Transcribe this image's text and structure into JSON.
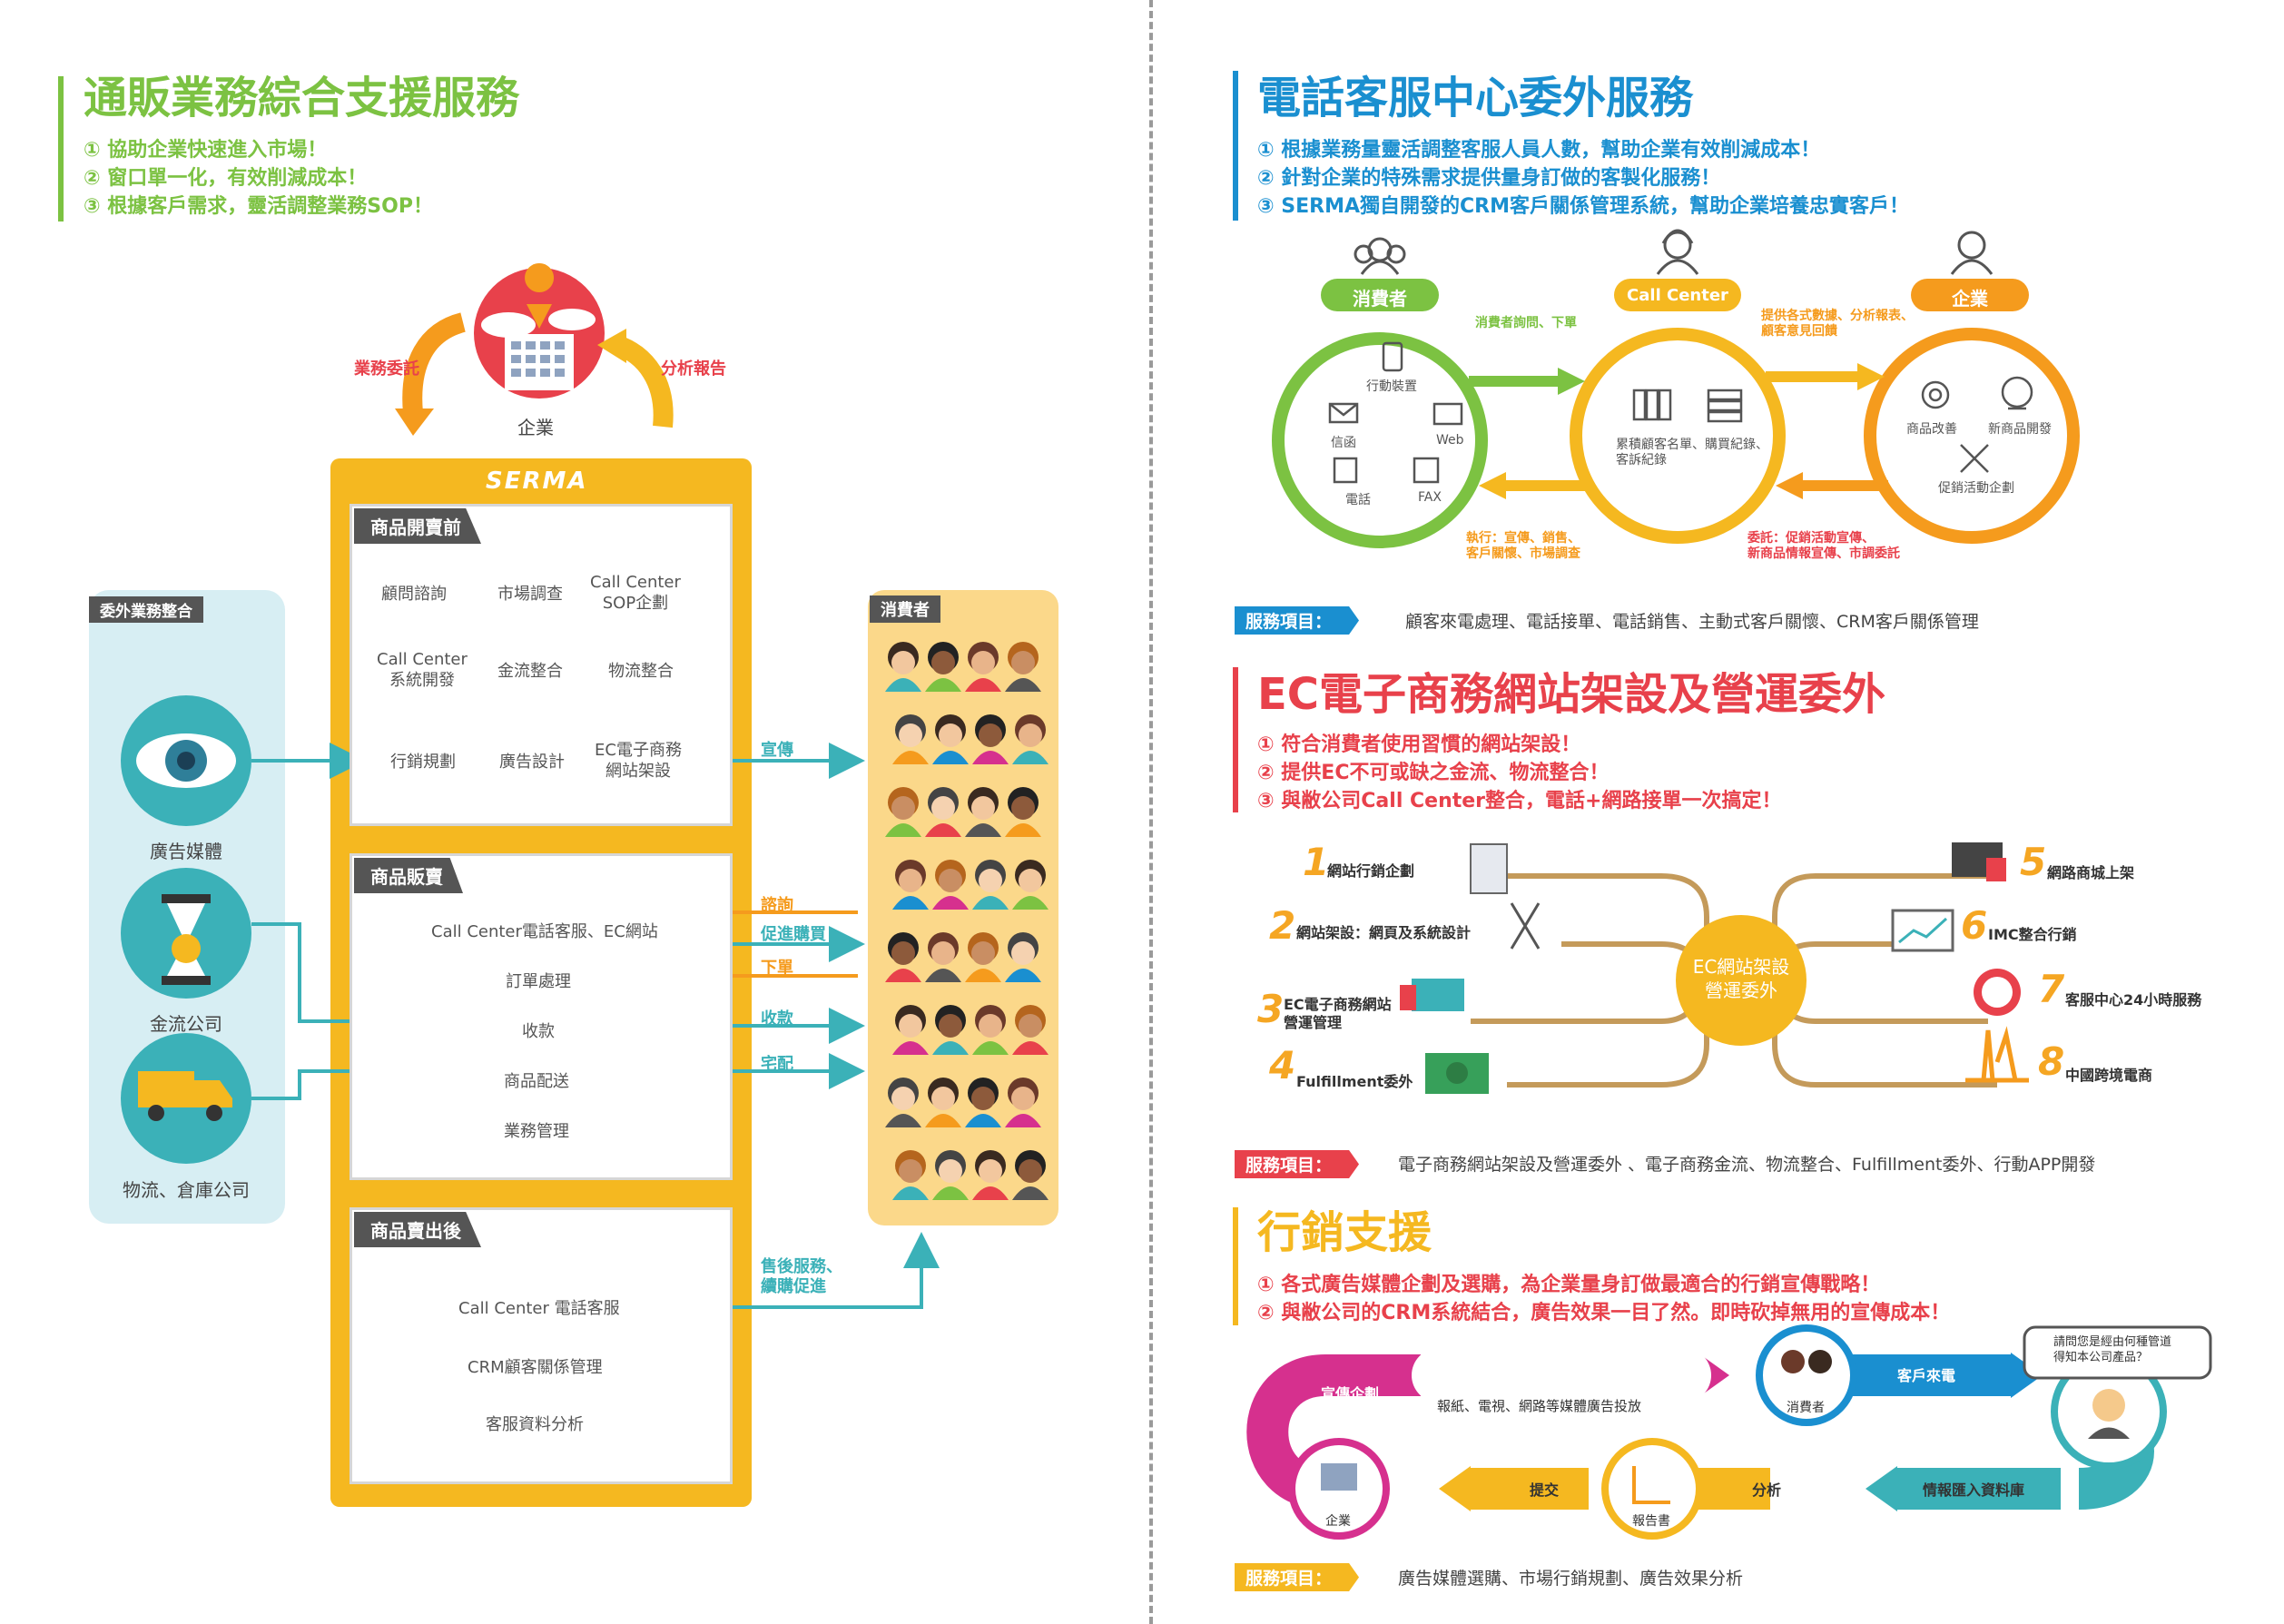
{
  "left": {
    "title": "通販業務綜合支援服務",
    "points": [
      "① 協助企業快速進入市場！",
      "② 窗口單一化，有效削減成本！",
      "③ 根據客戶需求，靈活調整業務SOP！"
    ],
    "enterprise": "企業",
    "arrow_left_label": "業務委託",
    "arrow_right_label": "分析報告",
    "brand": "SERMA",
    "outsource": {
      "title": "委外業務整合",
      "items": [
        "廣告媒體",
        "金流公司",
        "物流、倉庫公司"
      ]
    },
    "consumer_title": "消費者",
    "panels": [
      {
        "title": "商品開賣前",
        "cells": [
          "顧問諮詢",
          "市場調查",
          "Call Center\nSOP企劃",
          "Call Center\n系統開發",
          "金流整合",
          "物流整合",
          "行銷規劃",
          "廣告設計",
          "EC電子商務\n網站架設"
        ]
      },
      {
        "title": "商品販賣",
        "cells": [
          "Call Center電話客服、EC網站",
          "訂單處理",
          "收款",
          "商品配送",
          "業務管理"
        ]
      },
      {
        "title": "商品賣出後",
        "cells": [
          "Call Center 電話客服",
          "CRM顧客關係管理",
          "客服資料分析"
        ]
      }
    ],
    "flows": [
      "宣傳",
      "諮詢",
      "促進購買",
      "下單",
      "收款",
      "宅配",
      "售後服務、\n續購促進"
    ]
  },
  "callcenter": {
    "title": "電話客服中心委外服務",
    "points": [
      "① 根據業務量靈活調整客服人員人數，幫助企業有效削減成本！",
      "② 針對企業的特殊需求提供量身訂做的客製化服務！",
      "③ SERMA獨自開發的CRM客戶關係管理系統，幫助企業培養忠實客戶！"
    ],
    "consumer": {
      "label": "消費者",
      "items": [
        "行動裝置",
        "信函",
        "Web",
        "電話",
        "FAX"
      ]
    },
    "center": {
      "label": "Call Center",
      "text": "累積顧客名單、購買紀錄、\n客訴紀錄"
    },
    "company": {
      "label": "企業",
      "items": [
        "商品改善",
        "新商品開發",
        "促銷活動企劃"
      ]
    },
    "flow_top_left": "消費者詢問、下單",
    "flow_top_right": "提供各式數據、分析報表、\n顧客意見回饋",
    "flow_bottom_left": "執行：宣傳、銷售、\n客戶關懷、市場調查",
    "flow_bottom_right": "委託：促銷活動宣傳、\n新商品情報宣傳、市調委託",
    "tag": "服務項目：",
    "services": "顧客來電處理、電話接單、電話銷售、主動式客戶關懷、CRM客戶關係管理"
  },
  "ec": {
    "title": "EC電子商務網站架設及營運委外",
    "points": [
      "① 符合消費者使用習慣的網站架設！",
      "② 提供EC不可或缺之金流、物流整合！",
      "③ 與敝公司Call Center整合，電話+網路接單一次搞定！"
    ],
    "center": "EC網站架設\n營運委外",
    "items": [
      {
        "n": "1",
        "label": "網站行銷企劃"
      },
      {
        "n": "2",
        "label": "網站架設：網頁及系統設計"
      },
      {
        "n": "3",
        "label": "EC電子商務網站\n營運管理"
      },
      {
        "n": "4",
        "label": "Fulfillment委外"
      },
      {
        "n": "5",
        "label": "網路商城上架"
      },
      {
        "n": "6",
        "label": "IMC整合行銷"
      },
      {
        "n": "7",
        "label": "客服中心24小時服務"
      },
      {
        "n": "8",
        "label": "中國跨境電商"
      }
    ],
    "tag": "服務項目：",
    "services": "電子商務網站架設及營運委外 、電子商務金流、物流整合、Fulfillment委外、行動APP開發"
  },
  "marketing": {
    "title": "行銷支援",
    "points": [
      "① 各式廣告媒體企劃及選購，為企業量身訂做最適合的行銷宣傳戰略！",
      "② 與敝公司的CRM系統結合，廣告效果一目了然。即時砍掉無用的宣傳成本！"
    ],
    "labels": {
      "promo": "宣傳企劃",
      "media": "報紙、電視、網路等媒體廣告投放",
      "consumer": "消費者",
      "call": "客戶來電",
      "bubble": "請問您是經由何種管道\n得知本公司產品？",
      "data": "情報匯入資料庫",
      "analysis": "分析",
      "report": "報告書",
      "submit": "提交",
      "company": "企業"
    },
    "tag": "服務項目：",
    "services": "廣告媒體選購、市場行銷規劃、廣告效果分析"
  },
  "colors": {
    "green": "#7cc242",
    "blue": "#1a8fd0",
    "red": "#e8414b",
    "orange": "#f59b1d",
    "yellow": "#f5b820",
    "teal": "#3bb1b8",
    "magenta": "#d6308e",
    "lightblue": "#d7eef3"
  }
}
